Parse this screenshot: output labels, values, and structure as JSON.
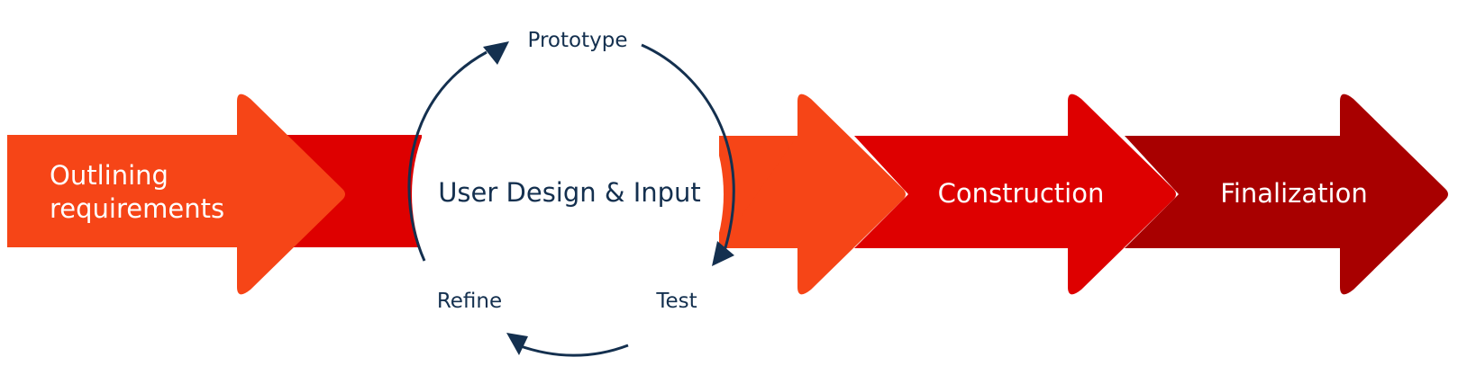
{
  "colors": {
    "orange": "#f64517",
    "red": "#de0000",
    "dark_red": "#a80000",
    "navy": "#14304f",
    "white": "#ffffff"
  },
  "stages": {
    "outlining_line1": "Outlining",
    "outlining_line2": "requirements",
    "construction": "Construction",
    "finalization": "Finalization"
  },
  "cycle": {
    "center": "User Design & Input",
    "prototype": "Prototype",
    "test": "Test",
    "refine": "Refine"
  }
}
